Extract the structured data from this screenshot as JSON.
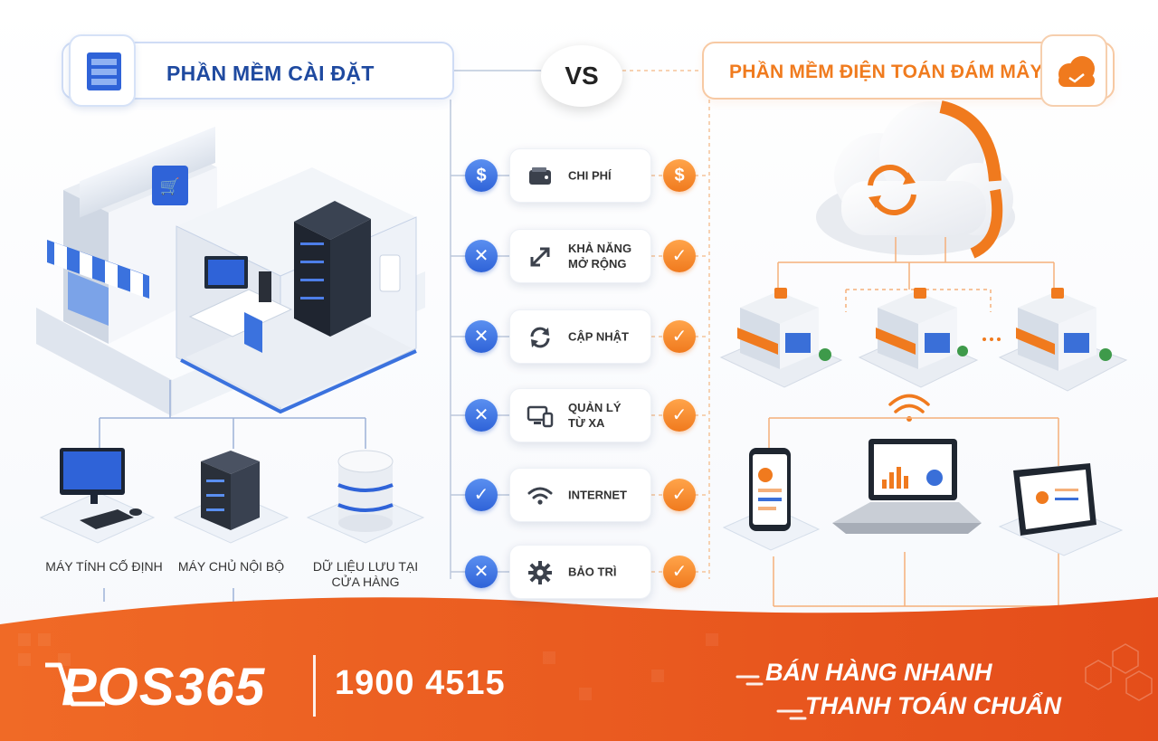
{
  "header": {
    "left_title": "PHẦN MỀM CÀI ĐẶT",
    "vs": "VS",
    "right_title": "PHẦN MỀM ĐIỆN TOÁN ĐÁM MÂY"
  },
  "comparison": [
    {
      "label": "CHI PHÍ",
      "icon": "wallet-icon",
      "left": "dollar",
      "right": "dollar"
    },
    {
      "label": "KHẢ NĂNG\nMỞ RỘNG",
      "icon": "expand-arrows-icon",
      "left": "x",
      "right": "check"
    },
    {
      "label": "CẬP NHẬT",
      "icon": "refresh-icon",
      "left": "x",
      "right": "check"
    },
    {
      "label": "QUẢN LÝ\nTỪ XA",
      "icon": "remote-devices-icon",
      "left": "x",
      "right": "check"
    },
    {
      "label": "INTERNET",
      "icon": "wifi-icon",
      "left": "check",
      "right": "check"
    },
    {
      "label": "BẢO TRÌ",
      "icon": "gear-icon",
      "left": "x",
      "right": "check"
    }
  ],
  "left_devices": [
    {
      "label": "MÁY TÍNH CỐ ĐỊNH"
    },
    {
      "label": "MÁY CHỦ NỘI BỘ"
    },
    {
      "label": "DỮ LIỆU LƯU TẠI\nCỬA HÀNG"
    }
  ],
  "footer": {
    "brand": "POS365",
    "phone": "1900 4515",
    "slogan_line1": "BÁN HÀNG NHANH",
    "slogan_line2": "THANH TOÁN CHUẨN"
  },
  "colors": {
    "blue": "#2f63d8",
    "orange": "#f07a1e",
    "footer": "#ea5a1f"
  }
}
